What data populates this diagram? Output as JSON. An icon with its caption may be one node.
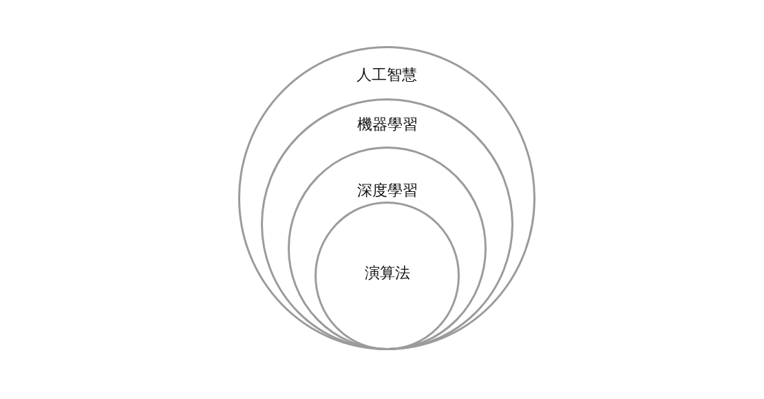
{
  "diagram": {
    "nodes": [
      {
        "text": [
          "人工智慧"
        ]
      },
      {
        "text": [
          "機器學習"
        ],
        "in": 0
      },
      {
        "text": [
          "深度學習"
        ],
        "in": 1
      },
      {
        "text": [
          "演算法"
        ],
        "in": 2
      }
    ]
  }
}
